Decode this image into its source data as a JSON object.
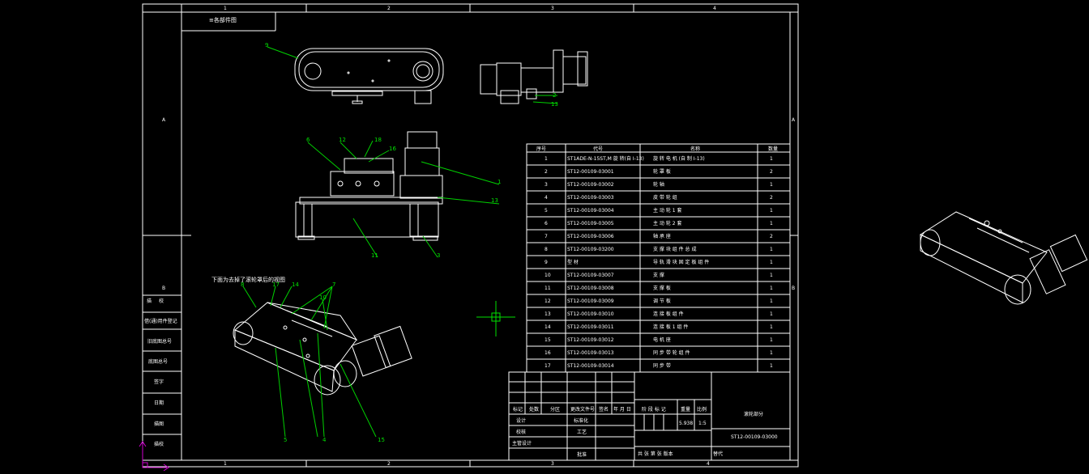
{
  "drawing": {
    "title_note": "≡各部件图",
    "view_note": "下面为去掉了滚轮罩后的视图",
    "part_name": "滚轮部分",
    "drawing_number": "ST12-00109-03000",
    "weight": "5.938",
    "scale": "1:5",
    "sheet_text": "共 张 第 张 版本",
    "substitute": "替代",
    "border_numbers_top": [
      "1",
      "2",
      "3",
      "4"
    ],
    "border_numbers_bottom": [
      "1",
      "2",
      "3",
      "4"
    ],
    "border_letters": [
      "A",
      "B"
    ]
  },
  "left_panel": [
    "借(通)用件登记",
    "旧底图总号",
    "底图总号",
    "签字",
    "日期",
    "描图",
    "描校"
  ],
  "left_panel_short": [
    "描",
    "校"
  ],
  "title_block": {
    "row_headers": [
      "标记",
      "处数",
      "分区",
      "更改文件号",
      "签名",
      "年 月 日"
    ],
    "roles": [
      "设计",
      "校核",
      "主管设计"
    ],
    "roles2": [
      "标准化",
      "工艺",
      "批准"
    ],
    "stage_header": [
      "阶 段 标 记",
      "重量",
      "比例"
    ]
  },
  "bom": {
    "headers": [
      "序号",
      "代号",
      "名称",
      "数量"
    ],
    "rows": [
      {
        "no": "1",
        "code": "ST1ADE-N-15ST,M 旋 转(自 I-13)",
        "name": "旋 转 电 机 (自 制 I-13)",
        "qty": "1"
      },
      {
        "no": "2",
        "code": "ST12-00109-03001",
        "name": "轮 罩 板",
        "qty": "2"
      },
      {
        "no": "3",
        "code": "ST12-00109-03002",
        "name": "轮 轴",
        "qty": "1"
      },
      {
        "no": "4",
        "code": "ST12-00109-03003",
        "name": "皮 带 轮 组",
        "qty": "2"
      },
      {
        "no": "5",
        "code": "ST12-00109-03004",
        "name": "主 动 轮 1 套",
        "qty": "1"
      },
      {
        "no": "6",
        "code": "ST12-00109-03005",
        "name": "主 动 轮 2 套",
        "qty": "1"
      },
      {
        "no": "7",
        "code": "ST12-00109-03006",
        "name": "轴 承 座",
        "qty": "2"
      },
      {
        "no": "8",
        "code": "ST12-00109-03200",
        "name": "支 撑 块 组 件 总 成",
        "qty": "1"
      },
      {
        "no": "9",
        "code": "型 材",
        "name": "导 轨 滑 块 固 定 板 组 件",
        "qty": "1"
      },
      {
        "no": "10",
        "code": "ST12-00109-03007",
        "name": "支 撑",
        "qty": "1"
      },
      {
        "no": "11",
        "code": "ST12-00109-03008",
        "name": "支 撑 板",
        "qty": "1"
      },
      {
        "no": "12",
        "code": "ST12-00109-03009",
        "name": "调 节 板",
        "qty": "1"
      },
      {
        "no": "13",
        "code": "ST12-00109-03010",
        "name": "连 接 板 组 件",
        "qty": "1"
      },
      {
        "no": "14",
        "code": "ST12-00109-03011",
        "name": "连 接 板 1 组 件",
        "qty": "1"
      },
      {
        "no": "15",
        "code": "ST12-00109-03012",
        "name": "电 机 座",
        "qty": "1"
      },
      {
        "no": "16",
        "code": "ST12-00109-03013",
        "name": "同 步 带 轮 组 件",
        "qty": "1"
      },
      {
        "no": "17",
        "code": "ST12-00109-03014",
        "name": "同 步 带",
        "qty": "1"
      }
    ]
  },
  "leaders": [
    "9",
    "2",
    "13",
    "1",
    "12",
    "18",
    "16",
    "6",
    "11",
    "3",
    "8",
    "17",
    "14",
    "7",
    "10",
    "5",
    "4",
    "15",
    "13"
  ],
  "colors": {
    "background": "#000000",
    "lines": "#ffffff",
    "leaders": "#00d000",
    "ucs": "#d000d0",
    "cursor": "#00d000"
  }
}
